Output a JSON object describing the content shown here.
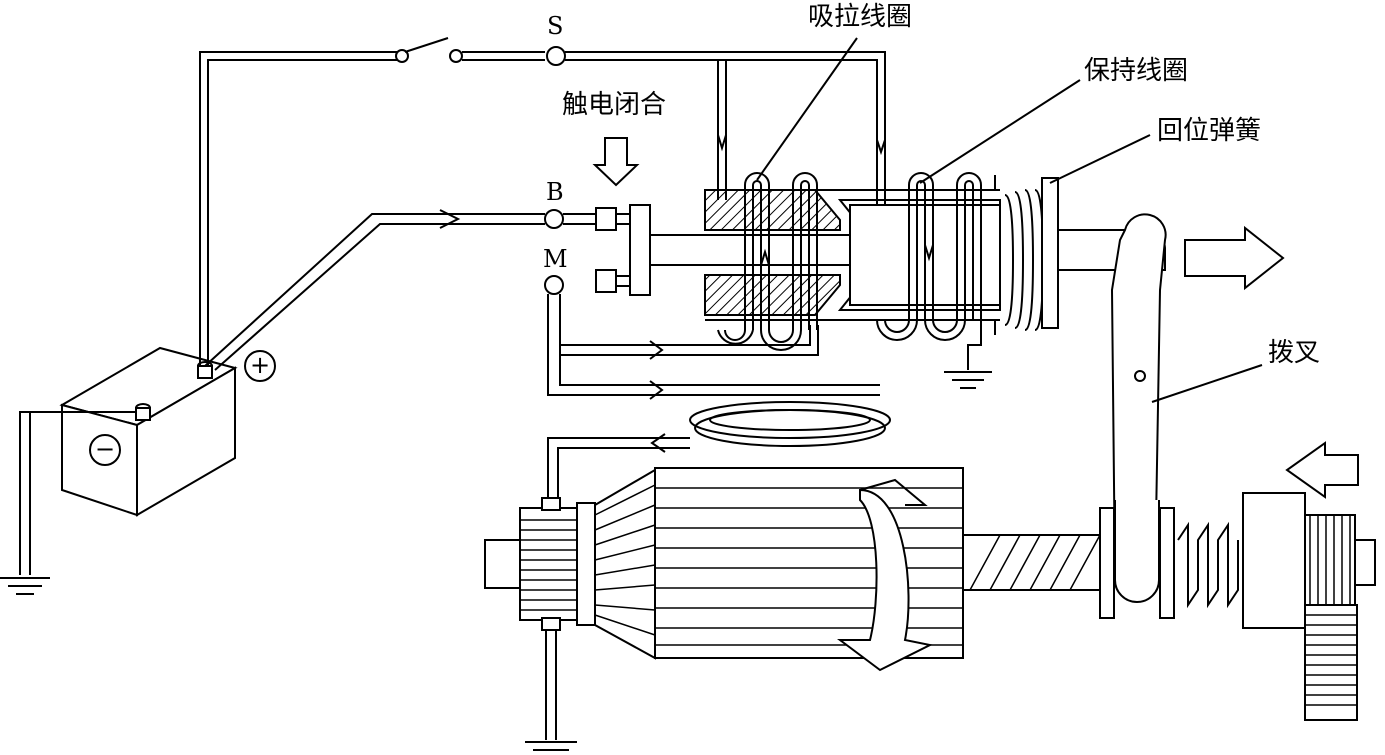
{
  "labels": {
    "pull_coil": "吸拉线圈",
    "hold_coil": "保持线圈",
    "return_spring": "回位弹簧",
    "contact_closed": "触电闭合",
    "shift_fork": "拨叉"
  },
  "terminals": {
    "s": "S",
    "b": "B",
    "m": "M"
  },
  "battery": {
    "positive": "+",
    "negative": "−"
  }
}
